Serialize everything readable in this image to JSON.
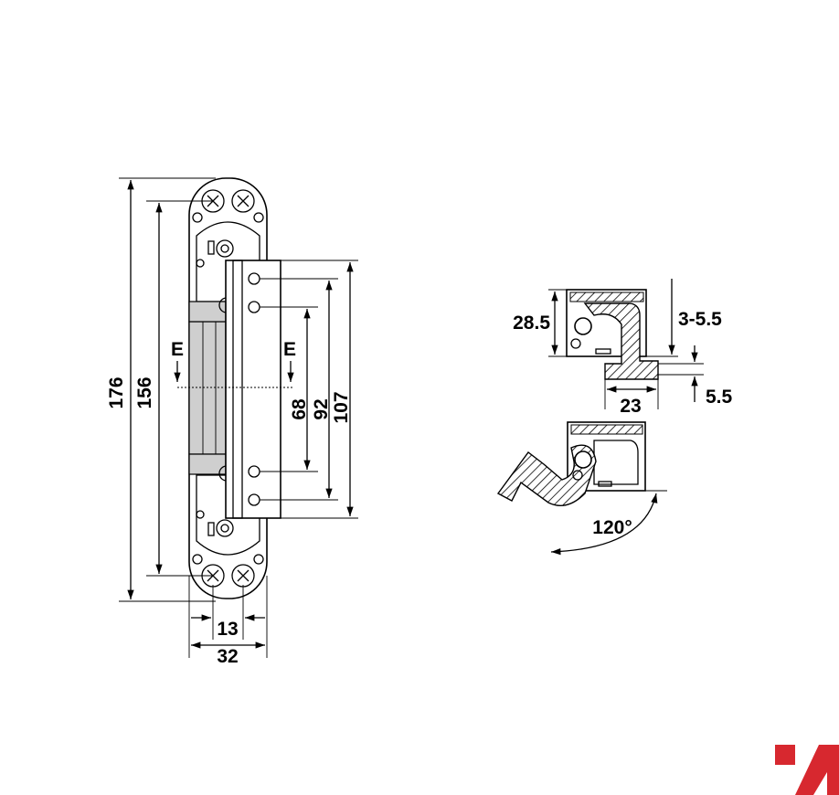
{
  "front_view": {
    "dim_overall_height": "176",
    "dim_screw_span": "156",
    "dim_width_inner": "13",
    "dim_width_overall": "32",
    "dim_hole_68": "68",
    "dim_hole_92": "92",
    "dim_hole_107": "107",
    "section_left": "E",
    "section_right": "E"
  },
  "section_view": {
    "dim_height": "28.5",
    "dim_adjust": "3-5.5",
    "dim_width": "23",
    "dim_gap": "5.5",
    "dim_angle": "120°"
  },
  "brand": {
    "logo_color": "#d7282f"
  }
}
